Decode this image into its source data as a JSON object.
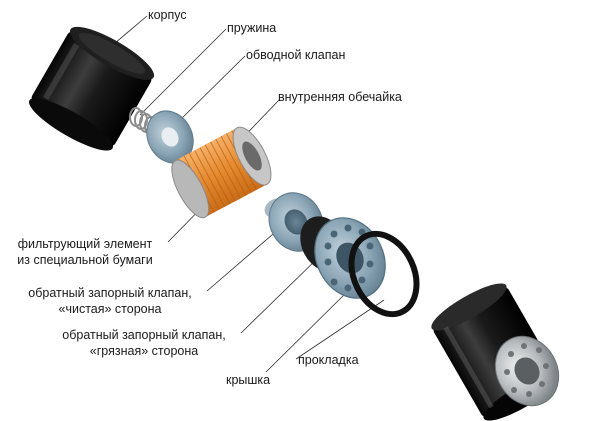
{
  "labels": {
    "housing": "корпус",
    "spring": "пружина",
    "bypass_valve": "обводной клапан",
    "inner_shell": "внутренняя обечайка",
    "filter_element_line1": "фильтрующий элемент",
    "filter_element_line2": "из специальной бумаги",
    "check_valve_clean_line1": "обратный запорный клапан,",
    "check_valve_clean_line2": "«чистая» сторона",
    "check_valve_dirty_line1": "обратный запорный клапан,",
    "check_valve_dirty_line2": "«грязная» сторона",
    "gasket": "прокладка",
    "cover": "крышка"
  }
}
